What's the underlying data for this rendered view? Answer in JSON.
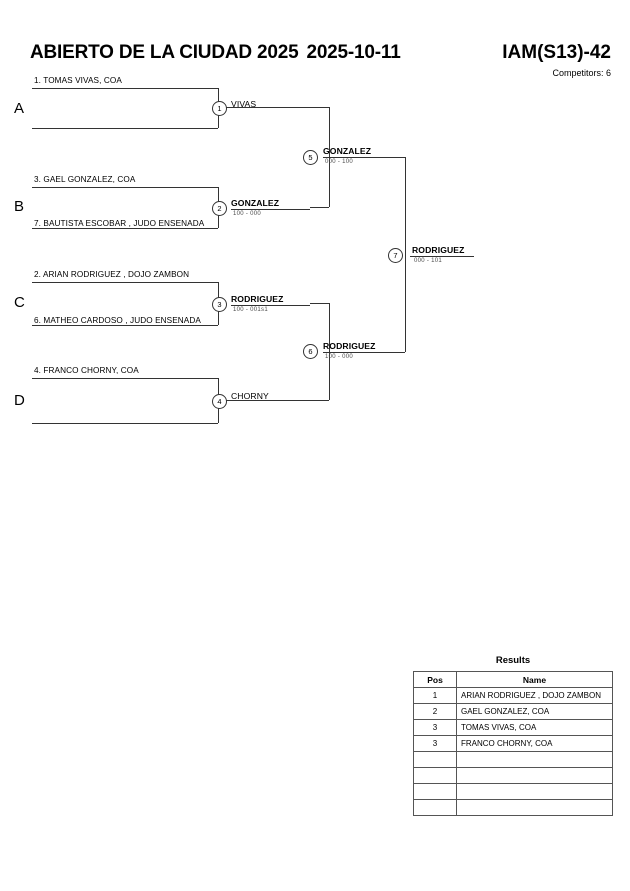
{
  "header": {
    "event_name": "ABIERTO DE LA CIUDAD 2025",
    "event_date": "2025-10-11",
    "category": "IAM(S13)-42",
    "competitors": "Competitors: 6"
  },
  "pools": [
    {
      "letter": "A"
    },
    {
      "letter": "B"
    },
    {
      "letter": "C"
    },
    {
      "letter": "D"
    }
  ],
  "entrants": [
    {
      "label": "1. TOMAS VIVAS, COA"
    },
    {
      "label": "3. GAEL GONZALEZ, COA"
    },
    {
      "label": "7. BAUTISTA ESCOBAR , JUDO ENSENADA"
    },
    {
      "label": "2. ARIAN RODRIGUEZ , DOJO ZAMBON"
    },
    {
      "label": "6. MATHEO CARDOSO , JUDO ENSENADA"
    },
    {
      "label": "4. FRANCO CHORNY, COA"
    }
  ],
  "matches": [
    {
      "number": "1",
      "winner": "VIVAS",
      "score": ""
    },
    {
      "number": "2",
      "winner": "GONZALEZ",
      "score": "100 - 000"
    },
    {
      "number": "3",
      "winner": "RODRIGUEZ",
      "score": "100 - 001s1"
    },
    {
      "number": "4",
      "winner": "CHORNY",
      "score": ""
    },
    {
      "number": "5",
      "winner": "GONZALEZ",
      "score": "000 - 100"
    },
    {
      "number": "6",
      "winner": "RODRIGUEZ",
      "score": "100 - 000"
    },
    {
      "number": "7",
      "winner": "RODRIGUEZ",
      "score": "000 - 101"
    }
  ],
  "results": {
    "title": "Results",
    "columns": {
      "pos": "Pos",
      "name": "Name"
    },
    "rows": [
      {
        "pos": "1",
        "name": "ARIAN RODRIGUEZ , DOJO ZAMBON"
      },
      {
        "pos": "2",
        "name": "GAEL GONZALEZ, COA"
      },
      {
        "pos": "3",
        "name": "TOMAS VIVAS, COA"
      },
      {
        "pos": "3",
        "name": "FRANCO CHORNY, COA"
      },
      {
        "pos": "",
        "name": ""
      },
      {
        "pos": "",
        "name": ""
      },
      {
        "pos": "",
        "name": ""
      },
      {
        "pos": "",
        "name": ""
      }
    ]
  }
}
